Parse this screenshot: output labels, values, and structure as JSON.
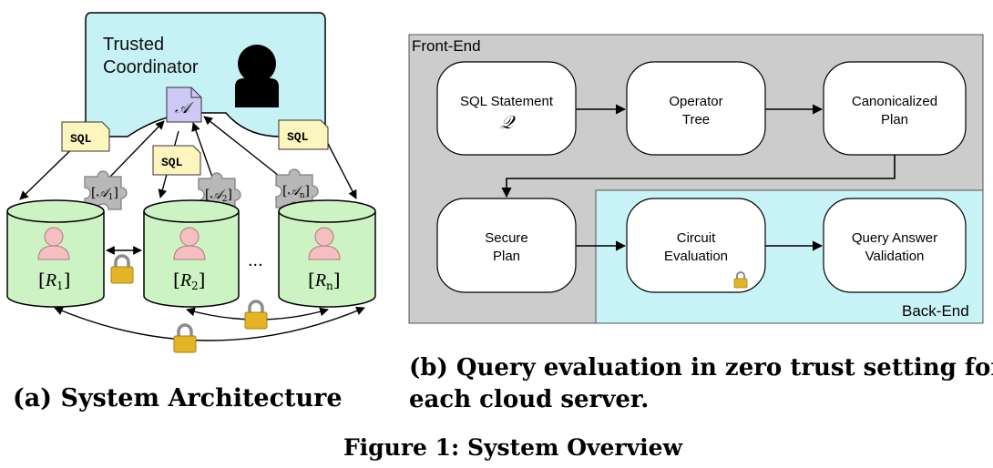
{
  "panel_a": {
    "coordinator_title": "Trusted Coordinator",
    "coordinator_line1": "Trusted",
    "coordinator_line2": "Coordinator",
    "algorithm_symbol": "𝒜",
    "sql_tag": "SQL",
    "shares": [
      {
        "bracket_open": "[",
        "symbol": "𝒜",
        "sub": "1",
        "bracket_close": "]"
      },
      {
        "bracket_open": "[",
        "symbol": "𝒜",
        "sub": "2",
        "bracket_close": "]"
      },
      {
        "bracket_open": "[",
        "symbol": "𝒜",
        "sub": "n",
        "bracket_close": "]"
      }
    ],
    "servers": [
      {
        "bracket_open": "[",
        "symbol": "R",
        "sub": "1",
        "bracket_close": "]"
      },
      {
        "bracket_open": "[",
        "symbol": "R",
        "sub": "2",
        "bracket_close": "]"
      },
      {
        "bracket_open": "[",
        "symbol": "R",
        "sub": "n",
        "bracket_close": "]"
      }
    ],
    "ellipsis": "...",
    "caption": "(a) System Architecture"
  },
  "panel_b": {
    "front_end_label": "Front-End",
    "back_end_label": "Back-End",
    "nodes": {
      "sql_statement": {
        "line1": "SQL Statement",
        "line2": "𝒬"
      },
      "operator_tree": {
        "line1": "Operator",
        "line2": "Tree"
      },
      "canonicalized_plan": {
        "line1": "Canonicalized",
        "line2": "Plan"
      },
      "secure_plan": {
        "line1": "Secure",
        "line2": "Plan"
      },
      "circuit_evaluation": {
        "line1": "Circuit",
        "line2": "Evaluation"
      },
      "query_answer_validation": {
        "line1": "Query Answer",
        "line2": "Validation"
      }
    },
    "caption_line1": "(b) Query evaluation in zero trust setting for",
    "caption_line2": "each cloud server."
  },
  "figure_caption": "Figure 1: System Overview",
  "colors": {
    "coordinator_fill": "#c6f1f5",
    "server_fill": "#cdf2c3",
    "front_end_bg": "#cccccc",
    "back_end_bg": "#c8f3f7",
    "sql_tag_fill": "#fcf5bd",
    "doc_fill": "#cdc8f5",
    "person_fill": "#f5bfc1",
    "lock_gold": "#e3b526",
    "puzzle_gray": "#b8b8b8"
  }
}
